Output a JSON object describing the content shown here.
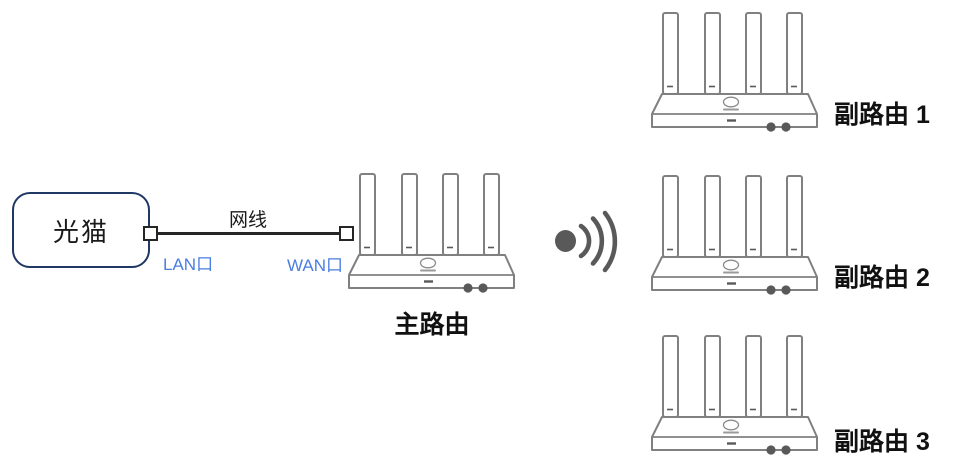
{
  "diagram": {
    "title_hint": "mesh-network-topology",
    "modem": {
      "label": "光猫"
    },
    "cable": {
      "label": "网线"
    },
    "lan_port": {
      "label": "LAN口"
    },
    "wan_port": {
      "label": "WAN口"
    },
    "main_router": {
      "label": "主路由"
    },
    "secondary_routers": [
      {
        "label": "副路由 1"
      },
      {
        "label": "副路由 2"
      },
      {
        "label": "副路由 3"
      }
    ],
    "icons": {
      "wifi": "wifi-signal-icon",
      "router": "four-antenna-router-illustration"
    },
    "colors": {
      "port_label_blue": "#4a7de0",
      "modem_border_navy": "#1f3864",
      "router_outline_gray": "#808080",
      "dark_gray_accents": "#595959",
      "cable_black": "#262626",
      "label_black": "#111111",
      "background": "#ffffff"
    }
  }
}
